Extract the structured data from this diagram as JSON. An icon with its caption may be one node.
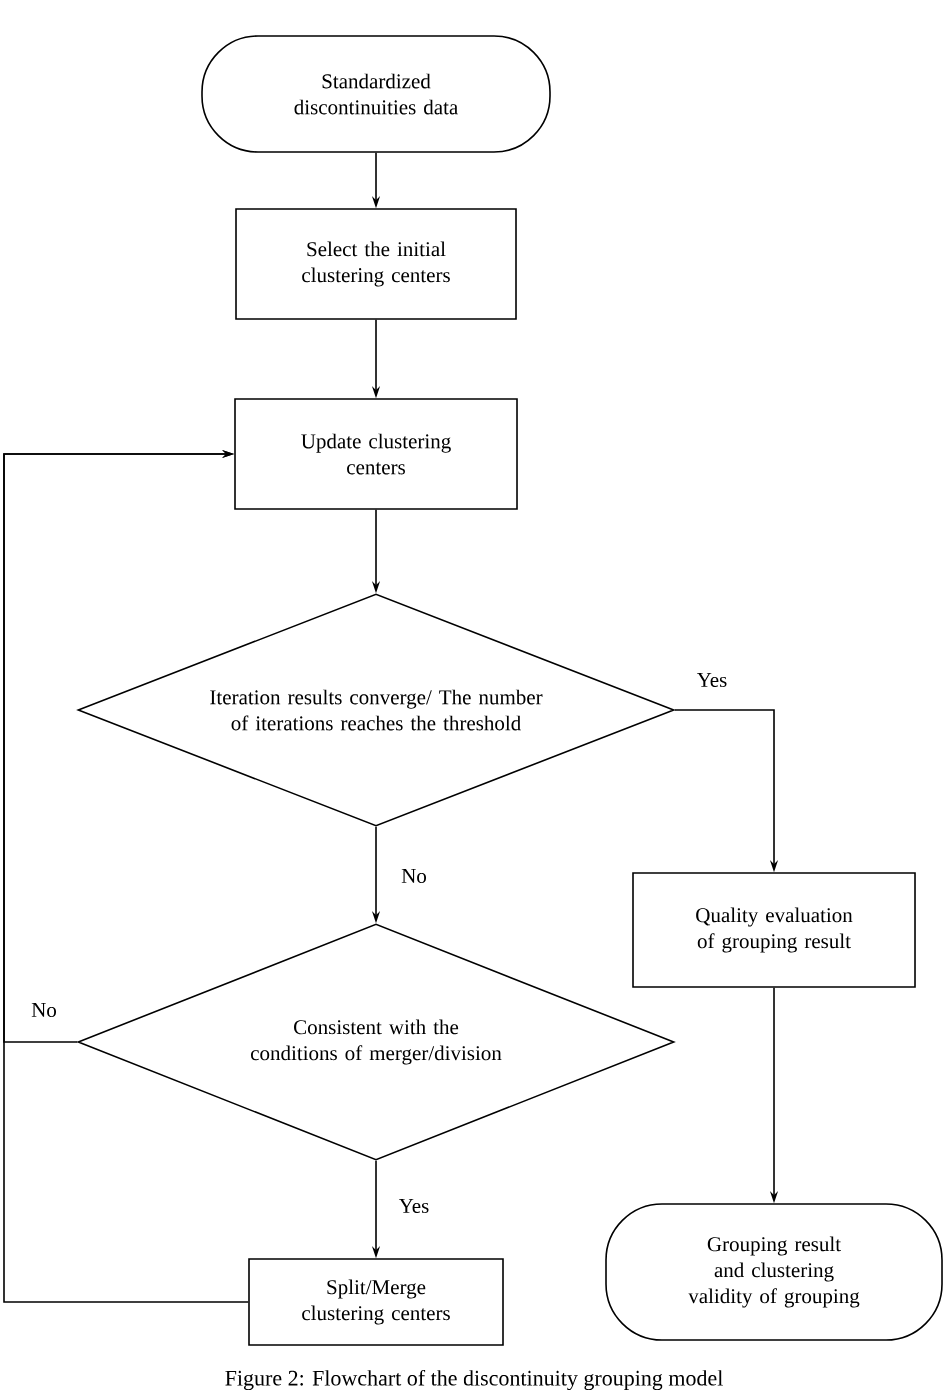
{
  "diagram": {
    "caption": "Figure 2: Flowchart of the discontinuity grouping model",
    "nodes": [
      {
        "text": [
          "Standardized discontinuities data"
        ]
      },
      {
        "text": [
          "Select the initial clustering centers"
        ]
      },
      {
        "text": [
          "Update clustering centers"
        ]
      },
      {
        "text": [
          "Iteration results converge/ The number of iterations reaches the threshold"
        ]
      },
      {
        "text": [
          "Consistent with the conditions of merger/division"
        ]
      },
      {
        "text": [
          "Split/Merge clustering centers"
        ]
      },
      {
        "text": [
          "Quality evaluation of grouping result"
        ]
      },
      {
        "text": [
          "Grouping result and clustering validity of grouping"
        ]
      }
    ],
    "edges": [
      {
        "from": 0,
        "to": 1,
        "arrow": "to"
      },
      {
        "from": 1,
        "to": 2,
        "arrow": "to"
      },
      {
        "from": 2,
        "to": 3,
        "arrow": "to"
      },
      {
        "from": 3,
        "to": 6,
        "arrow": "to",
        "label": "Yes"
      },
      {
        "from": 3,
        "to": 4,
        "arrow": "to",
        "label": "No"
      },
      {
        "from": 4,
        "to": 2,
        "arrow": "to",
        "label": "No"
      },
      {
        "from": 4,
        "to": 5,
        "arrow": "to",
        "label": "Yes"
      },
      {
        "from": 5,
        "to": 2,
        "arrow": "to"
      },
      {
        "from": 6,
        "to": 7,
        "arrow": "to"
      }
    ]
  }
}
